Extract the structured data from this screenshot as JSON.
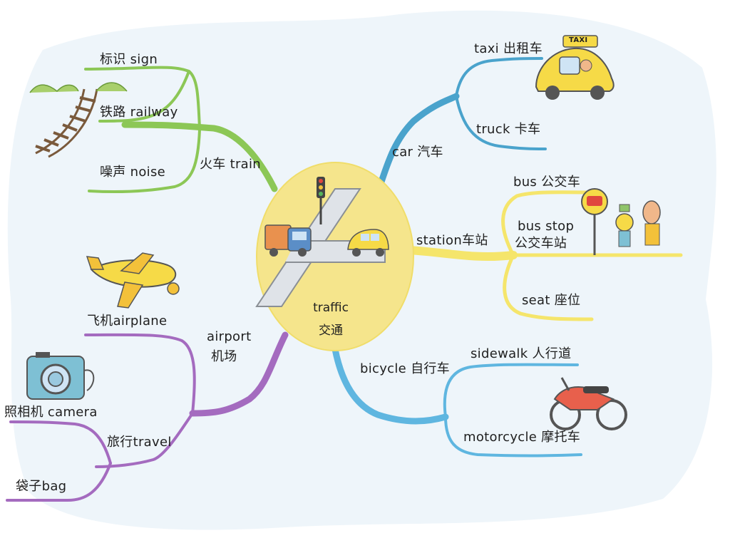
{
  "center": {
    "line1": "traffic",
    "line2": "交通"
  },
  "branches": {
    "train": {
      "label": "火车 train",
      "color": "#8cc756",
      "children": [
        "标识 sign",
        "铁路 railway",
        "噪声 noise"
      ]
    },
    "car": {
      "label": "car 汽车",
      "color": "#4aa3cc",
      "children": [
        "taxi 出租车",
        "truck 卡车"
      ]
    },
    "station": {
      "label": "station车站",
      "color": "#f5e56b",
      "children": [
        "bus 公交车",
        "bus stop",
        "公交车站",
        "seat 座位"
      ]
    },
    "airport": {
      "label_line1": "airport",
      "label_line2": "机场",
      "color": "#a46bbf",
      "children": [
        "飞机airplane",
        "旅行travel",
        "照相机 camera",
        "袋子bag"
      ]
    },
    "bicycle": {
      "label": "bicycle 自行车",
      "color": "#5fb6e0",
      "children": [
        "sidewalk 人行道",
        "motorcycle 摩托车"
      ]
    }
  },
  "taxi_sign": "TAXI",
  "colors": {
    "center_fill": "#f5e58c",
    "background_blob": "#ecf4f9"
  }
}
